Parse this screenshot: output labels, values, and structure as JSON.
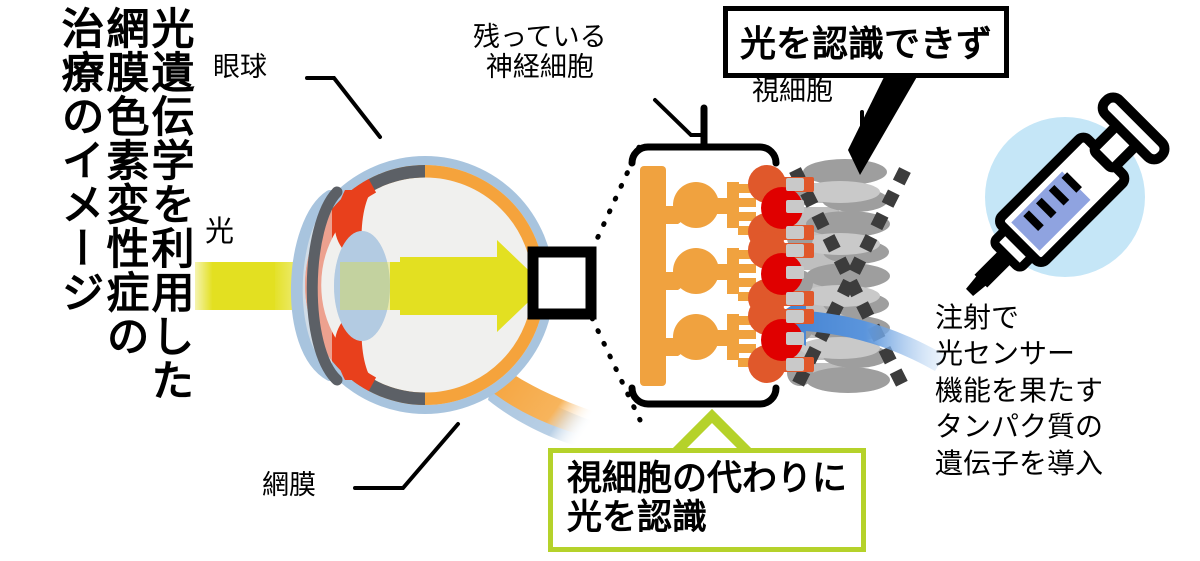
{
  "title": {
    "line1": "光遺伝学を利用した",
    "line2": "網膜色素変性症の",
    "line3": "治療のイメージ"
  },
  "labels": {
    "eyeball": "眼球",
    "light": "光",
    "retina": "網膜",
    "remaining_nerve_cells": "残っている\n神経細胞",
    "photoreceptor": "視細胞",
    "injection_note": "注射で\n光センサー\n機能を果たす\nタンパク質の\n遺伝子を導入"
  },
  "callouts": {
    "cannot_perceive_light": "光を認識できず",
    "perceive_instead": "視細胞の代わりに\n光を認識"
  },
  "colors": {
    "light_beam": "#e3e021",
    "sclera_outline": "#a8c4de",
    "retina_orange": "#f5a33c",
    "iris_red": "#e8401c",
    "neuron_orange": "#f0a23f",
    "bipolar_orange_red": "#e0582b",
    "sensor_red": "#e00000",
    "dead_cell_gray": "#a8a8a8",
    "blue_arrow": "#3f7fd0",
    "syringe_liquid": "#8fa3e0",
    "syringe_bg_circle": "#c5e6f7",
    "green_border": "#b5d22a",
    "black": "#000000"
  },
  "diagram": {
    "type": "medical-infographic",
    "subject": "optogenetic therapy for retinitis pigmentosa",
    "elements": [
      "vertical title text",
      "cross-section eyeball with cornea, lens, iris, retina, optic nerve",
      "yellow light beam arrow entering eye",
      "black highlight square on retina",
      "dotted zoom leader lines",
      "magnified retina cell layer detail",
      "orange remaining nerve cells with red light-sensor proteins",
      "gray non-functional photoreceptor cells crossed out with dashed X",
      "blue curved arrow indicating gene delivery",
      "syringe icon on light blue circle"
    ]
  }
}
